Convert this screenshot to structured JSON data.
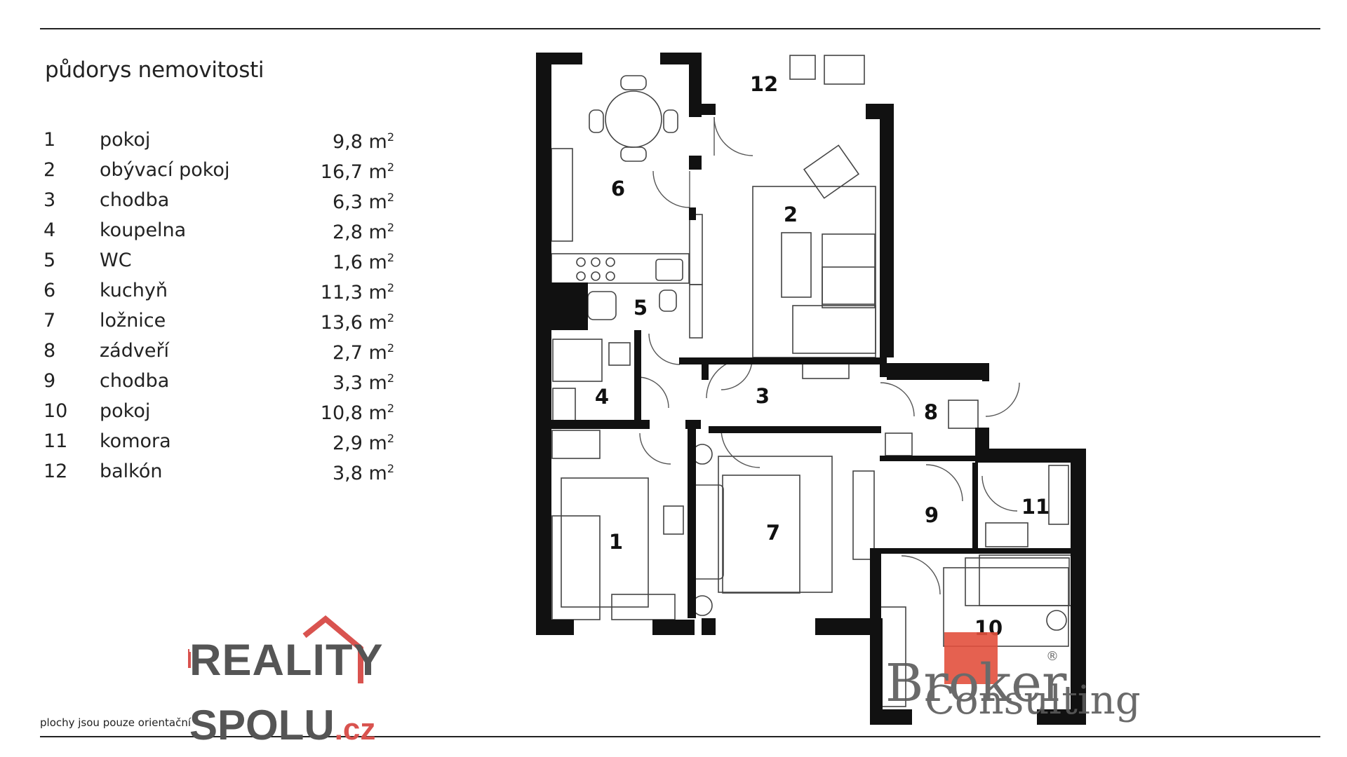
{
  "title": "půdorys nemovitosti",
  "rooms": [
    {
      "num": "1",
      "name": "pokoj",
      "area": "9,8",
      "unit": "m",
      "exp": "2"
    },
    {
      "num": "2",
      "name": "obývací pokoj",
      "area": "16,7",
      "unit": "m",
      "exp": "2"
    },
    {
      "num": "3",
      "name": "chodba",
      "area": "6,3",
      "unit": "m",
      "exp": "2"
    },
    {
      "num": "4",
      "name": "koupelna",
      "area": "2,8",
      "unit": "m",
      "exp": "2"
    },
    {
      "num": "5",
      "name": "WC",
      "area": "1,6",
      "unit": "m",
      "exp": "2"
    },
    {
      "num": "6",
      "name": "kuchyň",
      "area": "11,3",
      "unit": "m",
      "exp": "2"
    },
    {
      "num": "7",
      "name": "ložnice",
      "area": "13,6",
      "unit": "m",
      "exp": "2"
    },
    {
      "num": "8",
      "name": "zádveří",
      "area": "2,7",
      "unit": "m",
      "exp": "2"
    },
    {
      "num": "9",
      "name": "chodba",
      "area": "3,3",
      "unit": "m",
      "exp": "2"
    },
    {
      "num": "10",
      "name": "pokoj",
      "area": "10,8",
      "unit": "m",
      "exp": "2"
    },
    {
      "num": "11",
      "name": "komora",
      "area": "2,9",
      "unit": "m",
      "exp": "2"
    },
    {
      "num": "12",
      "name": "balkón",
      "area": "3,8",
      "unit": "m",
      "exp": "2"
    }
  ],
  "footnote": "plochy jsou pouze orientační",
  "logo": {
    "line1": "REALITY",
    "line2": "SPOLU",
    "suffix": ".cz",
    "accent": "#d9534f",
    "dark": "#555555"
  },
  "watermark": {
    "text1": "Broker",
    "text2": "Consulting",
    "registered": "®",
    "accent": "#e3513e"
  },
  "plan_labels": [
    "12",
    "6",
    "2",
    "5",
    "4",
    "3",
    "8",
    "9",
    "11",
    "1",
    "7",
    "10"
  ]
}
